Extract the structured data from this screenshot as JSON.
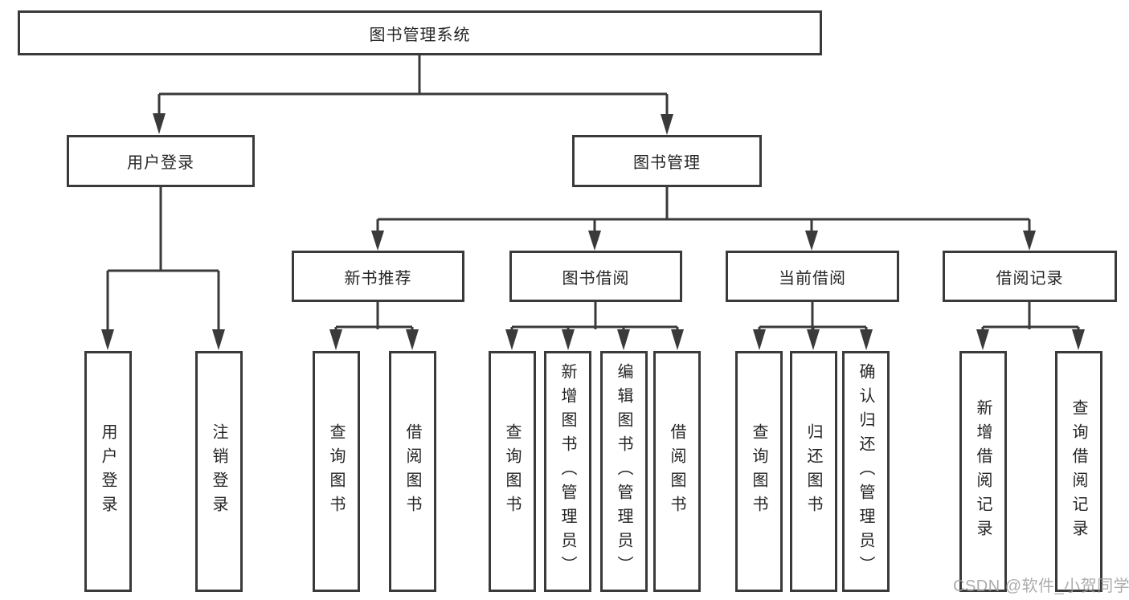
{
  "diagram": {
    "type": "tree",
    "colors": {
      "line": "#3a3a3a",
      "box_border": "#3a3a3a",
      "text": "#252525",
      "background": "#ffffff",
      "watermark_text_color": "#9e9e9e"
    },
    "root": {
      "label": "图书管理系统",
      "children": [
        {
          "label": "用户登录",
          "children": [
            {
              "label": "用户登录"
            },
            {
              "label": "注销登录"
            }
          ]
        },
        {
          "label": "图书管理",
          "children": [
            {
              "label": "新书推荐",
              "children": [
                {
                  "label": "查询图书"
                },
                {
                  "label": "借阅图书"
                }
              ]
            },
            {
              "label": "图书借阅",
              "children": [
                {
                  "label": "查询图书"
                },
                {
                  "label": "新增图书（管理员）"
                },
                {
                  "label": "编辑图书（管理员）"
                },
                {
                  "label": "借阅图书"
                }
              ]
            },
            {
              "label": "当前借阅",
              "children": [
                {
                  "label": "查询图书"
                },
                {
                  "label": "归还图书"
                },
                {
                  "label": "确认归还（管理员）"
                }
              ]
            },
            {
              "label": "借阅记录",
              "children": [
                {
                  "label": "新增借阅记录"
                },
                {
                  "label": "查询借阅记录"
                }
              ]
            }
          ]
        }
      ]
    },
    "watermark": "CSDN @软件_小贺同学"
  }
}
